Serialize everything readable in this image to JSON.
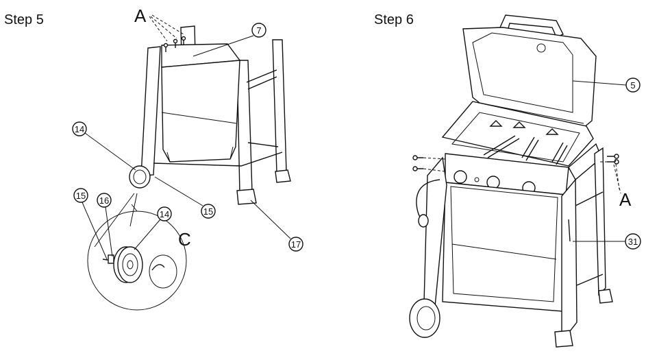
{
  "steps": [
    {
      "title": "Step 5",
      "callouts": [
        "7",
        "14",
        "15",
        "16",
        "15",
        "14",
        "17"
      ],
      "letters": [
        "A",
        "C"
      ]
    },
    {
      "title": "Step 6",
      "callouts": [
        "5",
        "31"
      ],
      "letters": [
        "A"
      ]
    }
  ]
}
